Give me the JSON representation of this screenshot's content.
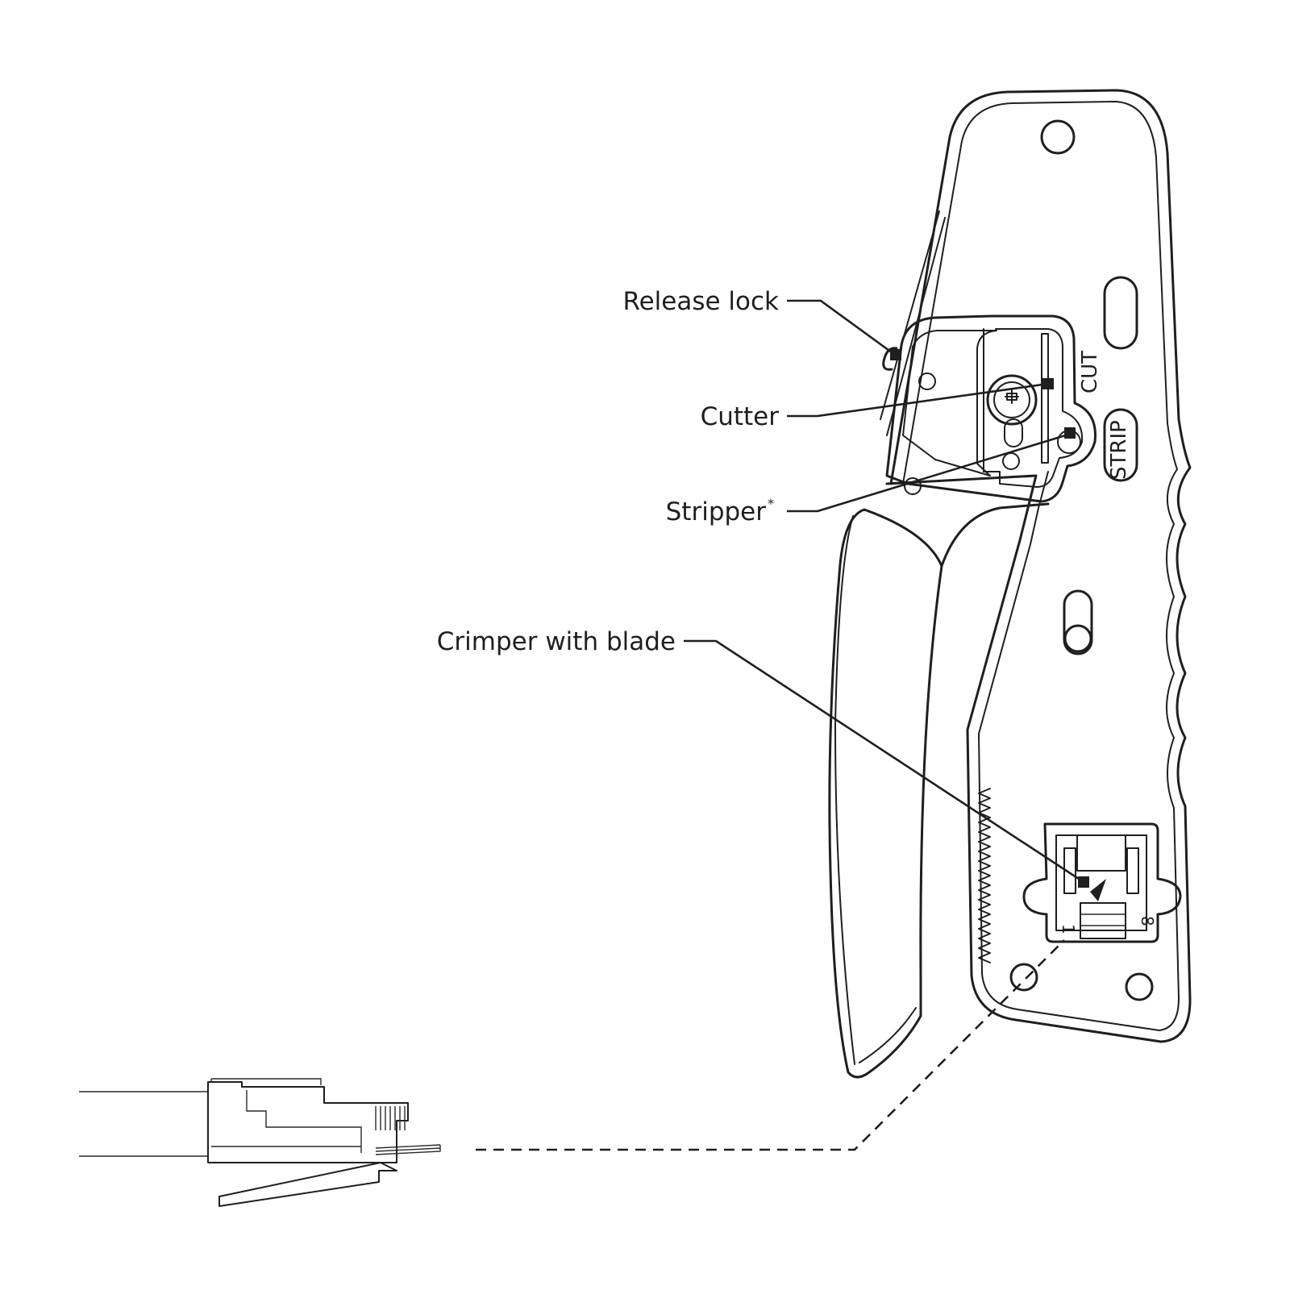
{
  "labels": {
    "release_lock": "Release lock",
    "cutter": "Cutter",
    "stripper": "Stripper",
    "stripper_mark": "*",
    "crimper": "Crimper with blade"
  },
  "tool_marks": {
    "cut": "CUT",
    "strip": "STRIP",
    "pin_first": "1",
    "pin_last": "8"
  },
  "colors": {
    "line": "#1f1f1f",
    "background": "#ffffff"
  }
}
